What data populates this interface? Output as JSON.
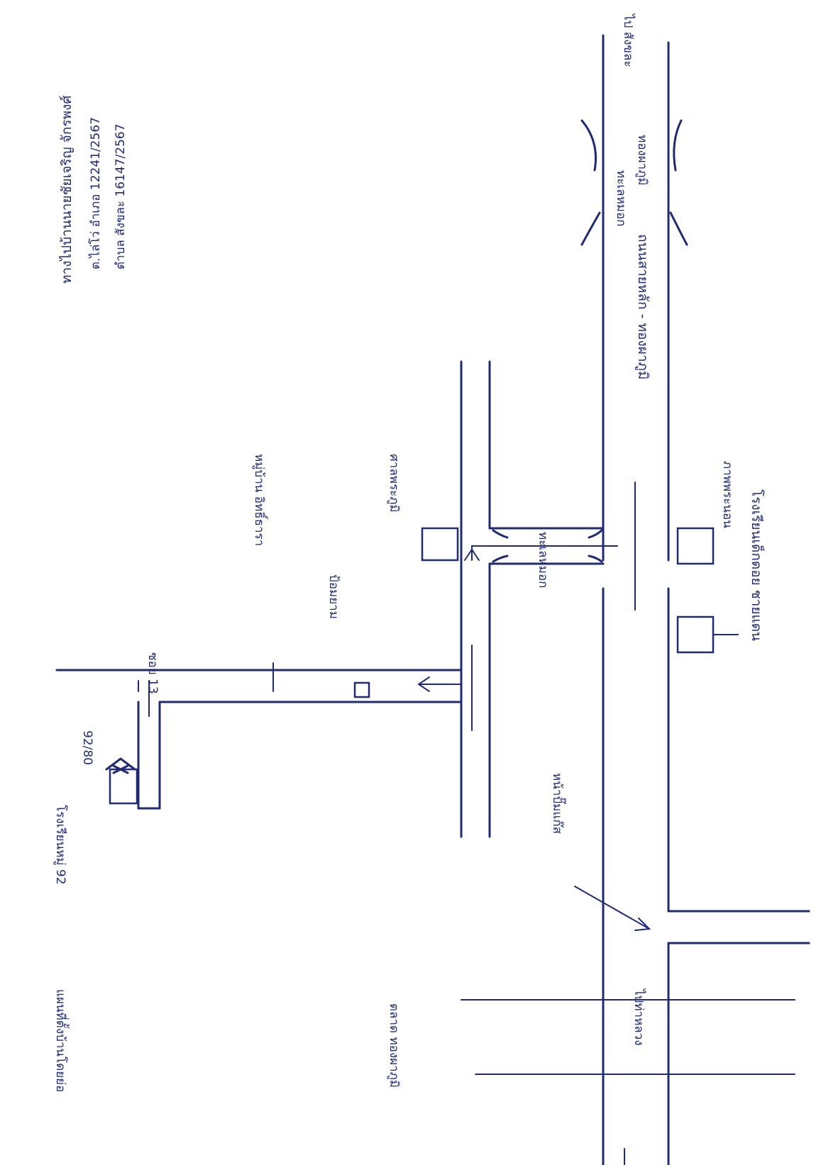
{
  "header": {
    "title": "ทางไปบ้านนายชัยเจริญ จักรพงศ์",
    "line1": "ต.ไล่โว่ อำเภอ 12241/2567",
    "line2": "ตำบล สังขละ 16147/2567"
  },
  "labels": {
    "target_house": "โรงเรียนหมู่ 92",
    "house_number": "92/80",
    "soi": "ซอย 13",
    "village_road": "หมู่บ้าน อิทธิ์ธารา",
    "junction": "ป้อมยาม",
    "shrine": "ศาลพระภูมิ",
    "main_road": "ถนนสายหลัก - ทองผาภูมิ",
    "ma_hang": "ทะเลหมอก",
    "top_right_a": "ทะเลหมอก",
    "top_right_b": "ทองผาภูมิ",
    "top_right_c": "ไป สังขละ",
    "temple": "ภาพพระนอน",
    "school": "โรงเรียนเด็กดอย ชายแดน",
    "traffic_light": "หน้าปั๊มแก๊ส",
    "bottom_road": "ไปท่าหลวง",
    "bottom_label": "ตลาด ทองผาภูมิ",
    "note_left": "แผนที่ตั้งบ้านโดยย่อ"
  },
  "colors": {
    "ink": "#1f2a78",
    "paper": "#ffffff"
  }
}
